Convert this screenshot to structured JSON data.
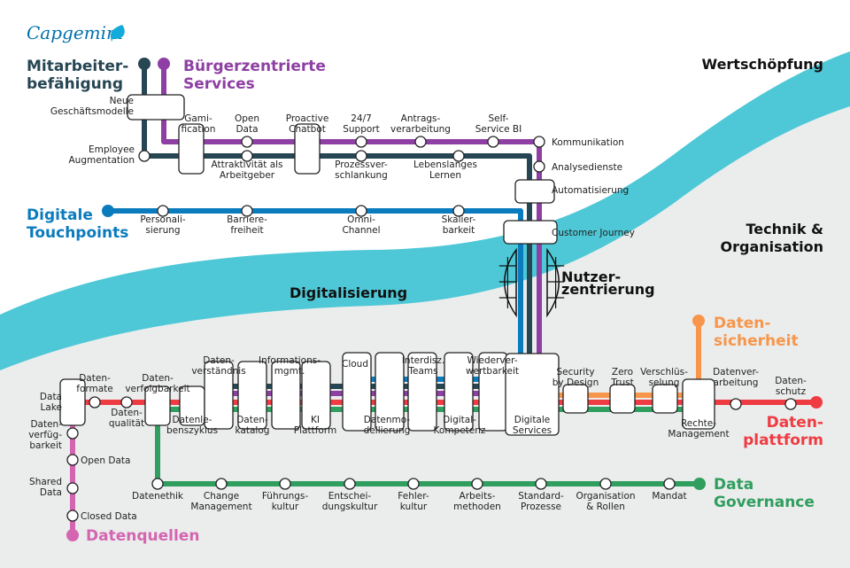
{
  "logo": {
    "text": "Capgemini",
    "icon": "spade-leaf-icon"
  },
  "areas": {
    "top": "Wertschöpfung",
    "bottom": [
      "Technik &",
      "Organisation"
    ],
    "river": "Digitalisierung"
  },
  "colors": {
    "river": "#4ec8d6",
    "lower_bg": "#ebecec",
    "dark": "#264653",
    "purple": "#8e3fa4",
    "blue": "#0a7bbd",
    "red": "#ef3b42",
    "green": "#2f9e5e",
    "orange": "#f7964b",
    "pink": "#d465b1"
  },
  "lines": {
    "mitarbeiter": {
      "title": [
        "Mitarbeiter-",
        "befähigung"
      ],
      "color": "#264653"
    },
    "buerger": {
      "title": [
        "Bürgerzentrierte",
        "Services"
      ],
      "color": "#8e3fa4"
    },
    "touchpoints": {
      "title": [
        "Digitale",
        "Touchpoints"
      ],
      "color": "#0a7bbd"
    },
    "datensicherheit": {
      "title": [
        "Daten-",
        "sicherheit"
      ],
      "color": "#f7964b"
    },
    "datenplattform": {
      "title": [
        "Daten-",
        "plattform"
      ],
      "color": "#ef3b42"
    },
    "governance": {
      "title": [
        "Data",
        "Governance"
      ],
      "color": "#2f9e5e"
    },
    "datenquellen": {
      "title": [
        "Datenquellen"
      ],
      "color": "#d465b1"
    }
  },
  "stations": {
    "neue_geschaeftsmodelle": [
      "Neue",
      "Geschäftsmodelle"
    ],
    "employee_augmentation": [
      "Employee",
      "Augmentation"
    ],
    "gamification": [
      "Gami-",
      "fication"
    ],
    "open_data_top": [
      "Open",
      "Data"
    ],
    "proactive_chatbot": [
      "Proactive",
      "Chatbot"
    ],
    "support": [
      "24/7",
      "Support"
    ],
    "antragsverarbeitung": [
      "Antrags-",
      "verarbeitung"
    ],
    "self_service_bi": [
      "Self-",
      "Service BI"
    ],
    "attraktivitaet": [
      "Attraktivität als",
      "Arbeitgeber"
    ],
    "prozessverschlankung": [
      "Prozessver-",
      "schlankung"
    ],
    "lebenslanges_lernen": [
      "Lebenslanges",
      "Lernen"
    ],
    "kommunikation": [
      "Kommunikation"
    ],
    "analysedienste": [
      "Analysedienste"
    ],
    "automatisierung": [
      "Automatisierung"
    ],
    "customer_journey": [
      "Customer Journey"
    ],
    "nutzerzentrierung": [
      "Nutzer-",
      "zentrierung"
    ],
    "personalisierung": [
      "Personali-",
      "sierung"
    ],
    "barrierefreiheit": [
      "Barriere-",
      "freiheit"
    ],
    "omnichannel": [
      "Omni-",
      "Channel"
    ],
    "skalierbarkeit": [
      "Skalier-",
      "barkeit"
    ],
    "data_lake": [
      "Data",
      "Lake"
    ],
    "datenformate": [
      "Daten-",
      "formate"
    ],
    "datenqualitaet": [
      "Daten-",
      "qualität"
    ],
    "datenverfolgbarkeit": [
      "Daten-",
      "verfolgbarkeit"
    ],
    "datenlebenszyklus": [
      "Datenle-",
      "benszyklus"
    ],
    "datenverstaendnis": [
      "Daten-",
      "verständnis"
    ],
    "datenkatalog": [
      "Daten-",
      "katalog"
    ],
    "informationsmgmt": [
      "Informations-",
      "mgmt."
    ],
    "ki_plattform": [
      "KI",
      "Plattform"
    ],
    "cloud": [
      "Cloud"
    ],
    "datenmodellierung": [
      "Datenmo-",
      "dellierung"
    ],
    "interdisz_teams": [
      "Interdisz.",
      "Teams"
    ],
    "digital_kompetenz": [
      "Digital-",
      "Kompetenz"
    ],
    "wiederverwertbarkeit": [
      "Wiederver-",
      "wertbarkeit"
    ],
    "digitale_services": [
      "Digitale",
      "Services"
    ],
    "security_by_design": [
      "Security",
      "by Design"
    ],
    "zero_trust": [
      "Zero",
      "Trust"
    ],
    "verschluesselung": [
      "Verschlüs-",
      "selung"
    ],
    "rechte_management": [
      "Rechte-",
      "Management"
    ],
    "datenverarbeitung": [
      "Datenver-",
      "arbeitung"
    ],
    "datenschutz": [
      "Daten-",
      "schutz"
    ],
    "datenverfuegbarkeit": [
      "Daten-",
      "verfüg-",
      "barkeit"
    ],
    "open_data": [
      "Open Data"
    ],
    "shared_data": [
      "Shared",
      "Data"
    ],
    "closed_data": [
      "Closed Data"
    ],
    "datenethik": [
      "Datenethik"
    ],
    "change_management": [
      "Change",
      "Management"
    ],
    "fuehrungskultur": [
      "Führungs-",
      "kultur"
    ],
    "entscheidungskultur": [
      "Entschei-",
      "dungskultur"
    ],
    "fehlerkultur": [
      "Fehler-",
      "kultur"
    ],
    "arbeitsmethoden": [
      "Arbeits-",
      "methoden"
    ],
    "standard_prozesse": [
      "Standard-",
      "Prozesse"
    ],
    "organisation_rollen": [
      "Organisation",
      "& Rollen"
    ],
    "mandat": [
      "Mandat"
    ]
  }
}
